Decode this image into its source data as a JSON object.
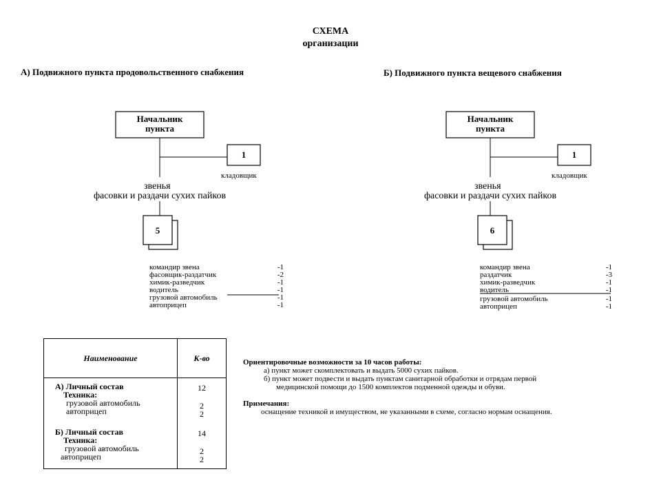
{
  "header": {
    "title": "СХЕМА",
    "subtitle": "организации"
  },
  "section_a": {
    "title": "А)  Подвижного пункта продовольственного снабжения",
    "chief": [
      "Начальник",
      "пункта"
    ],
    "aux_count": "1",
    "aux_label": "кладовщик",
    "units_label": [
      "звенья",
      "фасовки и раздачи сухих пайков"
    ],
    "units_count": "5",
    "roles": [
      {
        "name": "командир звена",
        "count": "-1"
      },
      {
        "name": "фасовщик-раздатчик",
        "count": "-2"
      },
      {
        "name": "химик-разведчик",
        "count": "-1"
      },
      {
        "name": "водитель",
        "count": "-1"
      },
      {
        "name": "грузовой автомобиль",
        "count": "-1"
      },
      {
        "name": "автоприцеп",
        "count": "-1"
      }
    ]
  },
  "section_b": {
    "title": "Б)  Подвижного пункта вещевого снабжения",
    "chief": [
      "Начальник",
      "пункта"
    ],
    "aux_count": "1",
    "aux_label": "кладовщик",
    "units_label": [
      "звенья",
      "фасовки и раздачи сухих пайков"
    ],
    "units_count": "6",
    "roles": [
      {
        "name": "командир звена",
        "count": "-1"
      },
      {
        "name": "раздатчик",
        "count": "-3"
      },
      {
        "name": "химик-разведчик",
        "count": "-1"
      },
      {
        "name": "водитель",
        "count": "-1"
      },
      {
        "name": "грузовой автомобиль",
        "count": "-1"
      },
      {
        "name": "автоприцеп",
        "count": "-1"
      }
    ]
  },
  "summary_table": {
    "col_name": "Наименование",
    "col_qty": "К-во",
    "a_personnel": "А) Личный состав",
    "a_personnel_qty": "12",
    "a_tech": "Техника:",
    "a_truck": "грузовой автомобиль",
    "a_truck_qty": "2",
    "a_trailer": "автоприцеп",
    "a_trailer_qty": "2",
    "b_personnel": "Б) Личный состав",
    "b_personnel_qty": "14",
    "b_tech": "Техника:",
    "b_truck": "грузовой автомобиль",
    "b_truck_qty": "2",
    "b_trailer": "автоприцеп",
    "b_trailer_qty": "2"
  },
  "notes": {
    "capability_title": "Ориентировочные возможности за 10 часов работы:",
    "cap_a": "а) пункт может скомплектовать и выдать 5000 сухих пайков.",
    "cap_b1": "б) пункт может подвести и выдать пунктам санитарной обработки и отрядам первой",
    "cap_b2": "медицинской помощи до 1500 комплектов подменной одежды и обуви.",
    "remark_title": "Примечания:",
    "remark_text": "оснащение техникой и имуществом, не указанными в схеме, согласно нормам оснащения."
  }
}
